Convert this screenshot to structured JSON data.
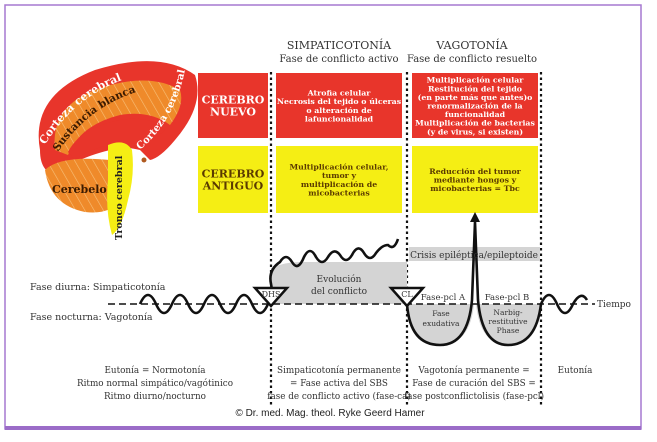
{
  "colors": {
    "red": "#e8352b",
    "yellow": "#f5ee14",
    "orange": "#ef8a2a",
    "grey": "#d4d4d4",
    "frame": "#a678d0"
  },
  "brain": {
    "labels": [
      "Corteza cerebral",
      "Sustancia blanca",
      "Corteza cerebral",
      "Cerebelo",
      "Tronco cerebral"
    ]
  },
  "headers": {
    "sympathetic": {
      "title": "SIMPATICOTONÍA",
      "subtitle": "Fase de conflicto activo"
    },
    "vagotonic": {
      "title": "VAGOTONÍA",
      "subtitle": "Fase de conflicto resuelto"
    }
  },
  "table": {
    "rows": [
      {
        "label": [
          "CEREBRO",
          "NUEVO"
        ],
        "active": [
          "Atrofia celular",
          "Necrosis del tejido o úlceras",
          "o alteración de",
          "lafuncionalidad"
        ],
        "resolved": [
          "Multiplicación celular",
          "Restitución del tejido",
          "(en parte más que antes)o",
          "renormalización de la",
          "funcionalidad",
          "Multiplicación de bacterias",
          "(y de virus, si existen)"
        ]
      },
      {
        "label": [
          "CEREBRO",
          "ANTIGUO"
        ],
        "active": [
          "Multiplicación celular,",
          "tumor y",
          "multiplicación de",
          "micobacterias"
        ],
        "resolved": [
          "Reducción del tumor",
          "mediante hongos y",
          "micobacterias = Tbc"
        ]
      }
    ]
  },
  "timeline": {
    "day_phase": "Fase diurna: Simpaticotonía",
    "night_phase": "Fase nocturna: Vagotonía",
    "axis_label": "Tiempo",
    "dhs": "DHS",
    "cl": "CL",
    "conflict_evolution": [
      "Evolución",
      "del conflicto"
    ],
    "crisis": "Crisis epiléptica/epileptoide",
    "pcl_a": "Fase-pcl A",
    "pcl_b": "Fase-pcl B",
    "exudative": [
      "Fase",
      "exudativa"
    ],
    "restitutive": [
      "Narbig-",
      "restitutive",
      "Phase"
    ]
  },
  "footer_columns": [
    [
      "Eutonía = Normotonía",
      "Ritmo normal simpático/vagótinico",
      "Ritmo diurno/nocturno"
    ],
    [
      "Simpaticotonía permanente",
      "= Fase activa del SBS",
      "fase de conflicto activo (fase-ca)"
    ],
    [
      "Vagotonía permanente =",
      "Fase de curación del SBS =",
      "fase postconflictolisis (fase-pcl)"
    ],
    [
      "Eutonía"
    ]
  ],
  "copyright": "© Dr. med. Mag. theol. Ryke Geerd Hamer"
}
